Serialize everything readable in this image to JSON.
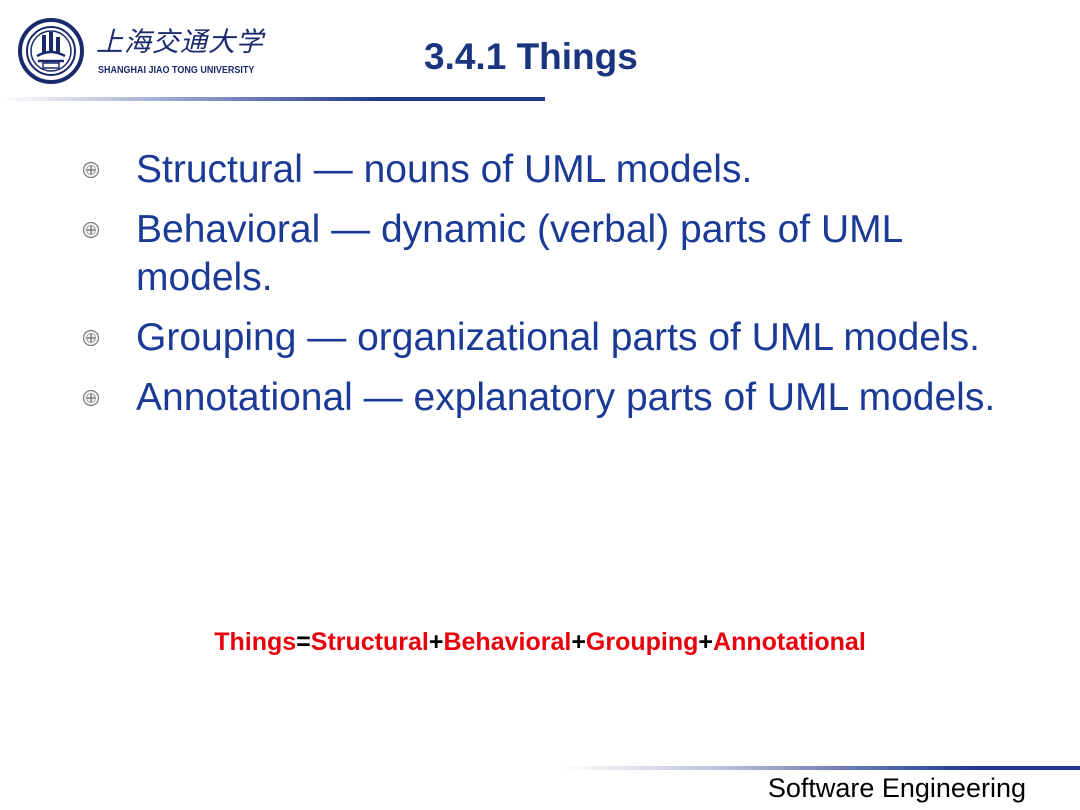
{
  "header": {
    "logo_cn": "上海交通大学",
    "logo_en": "SHANGHAI JIAO TONG UNIVERSITY",
    "title": "3.4.1 Things"
  },
  "bullets": [
    {
      "text": "Structural — nouns of UML models."
    },
    {
      "text": "Behavioral — dynamic (verbal) parts of UML models."
    },
    {
      "text": "Grouping — organizational parts of UML models."
    },
    {
      "text": "Annotational — explanatory parts of UML models."
    }
  ],
  "formula": {
    "t1": "Things",
    "op1": "=",
    "t2": "Structural",
    "op2": "+",
    "t3": "Behavioral",
    "op3": "+",
    "t4": "Grouping",
    "op4": "+",
    "t5": "Annotational"
  },
  "footer": {
    "text": "Software Engineering"
  },
  "colors": {
    "title": "#1a3480",
    "body_text": "#1a3a96",
    "formula_terms": "#e8000a",
    "formula_ops": "#000000",
    "rule": "#1e378c"
  },
  "icons": {
    "bullet": "circle-plus-icon",
    "logo": "university-seal-icon"
  }
}
